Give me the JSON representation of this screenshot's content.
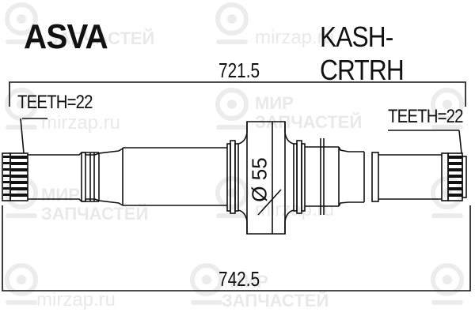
{
  "header": {
    "brand": "ASVA",
    "part_number": "KASH-CRTRH"
  },
  "dimensions": {
    "top_length": "721.5",
    "bottom_length": "742.5",
    "center_diameter": "Ø 55"
  },
  "splines": {
    "left_label": "TEETH=22",
    "right_label": "TEETH=22"
  },
  "watermark": {
    "site": "mirzap.ru",
    "line1": "МИР",
    "line2": "ЗАПЧАСТЕЙ",
    "color": "#e9e9e9"
  },
  "colors": {
    "line": "#111111",
    "background": "#ffffff"
  }
}
